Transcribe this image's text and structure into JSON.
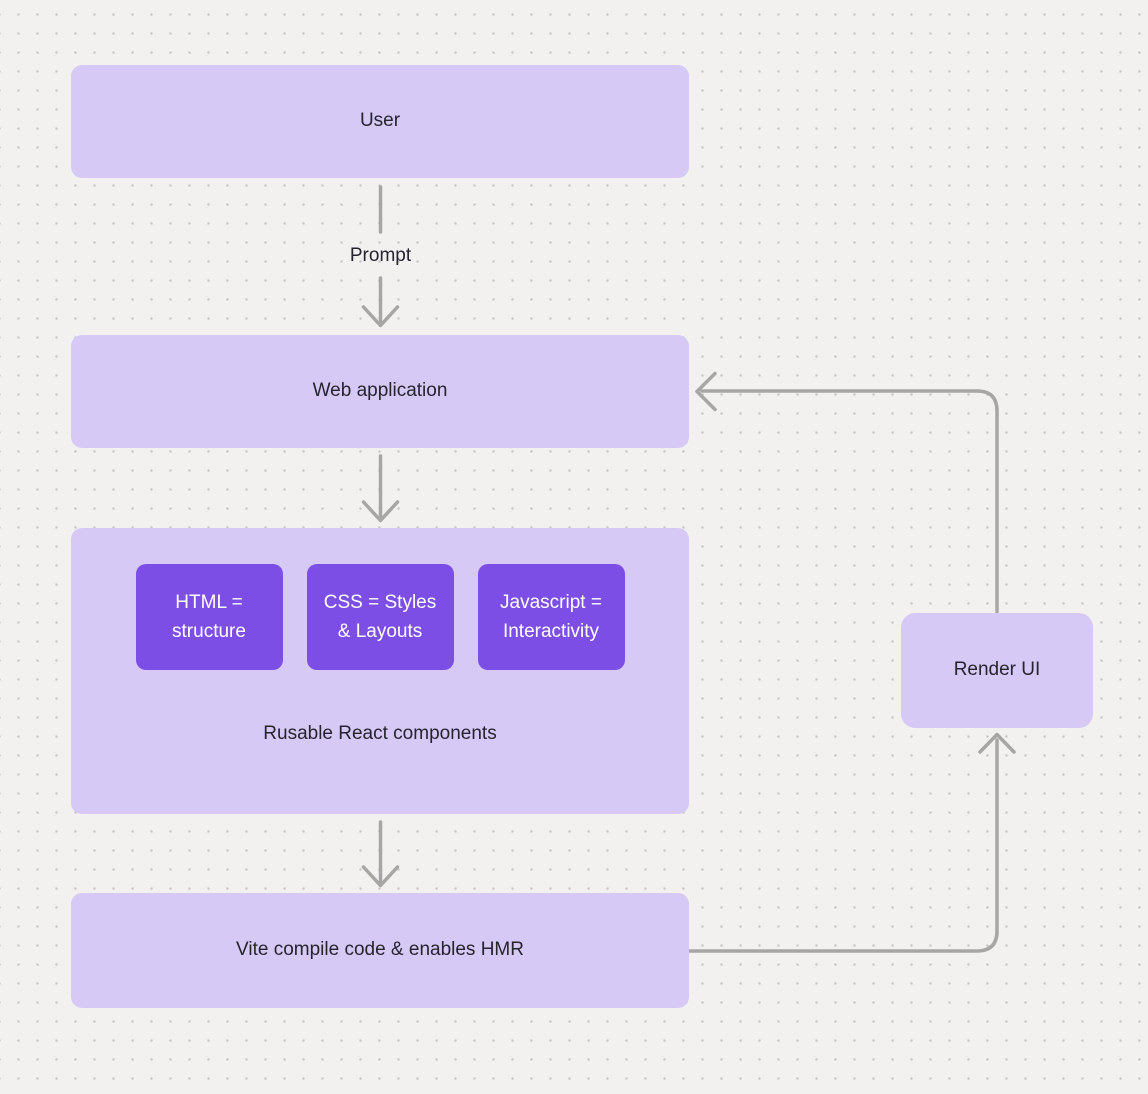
{
  "colors": {
    "canvas_bg": "#f2f1f0",
    "dot": "#c9c5c5",
    "node_light": "#d6c9f5",
    "node_accent": "#7c4ee6",
    "edge": "#a8a5a5",
    "text_dark": "#26242f",
    "text_light": "#ffffff"
  },
  "nodes": {
    "user": {
      "label": "User"
    },
    "web_application": {
      "label": "Web application"
    },
    "components_group": {
      "caption": "Rusable React components",
      "children": [
        {
          "label": "HTML = structure"
        },
        {
          "label": "CSS = Styles & Layouts"
        },
        {
          "label": "Javascript = Interactivity"
        }
      ]
    },
    "vite": {
      "label": "Vite compile code & enables HMR"
    },
    "render_ui": {
      "label": "Render UI"
    }
  },
  "edges": {
    "prompt_label": "Prompt"
  }
}
